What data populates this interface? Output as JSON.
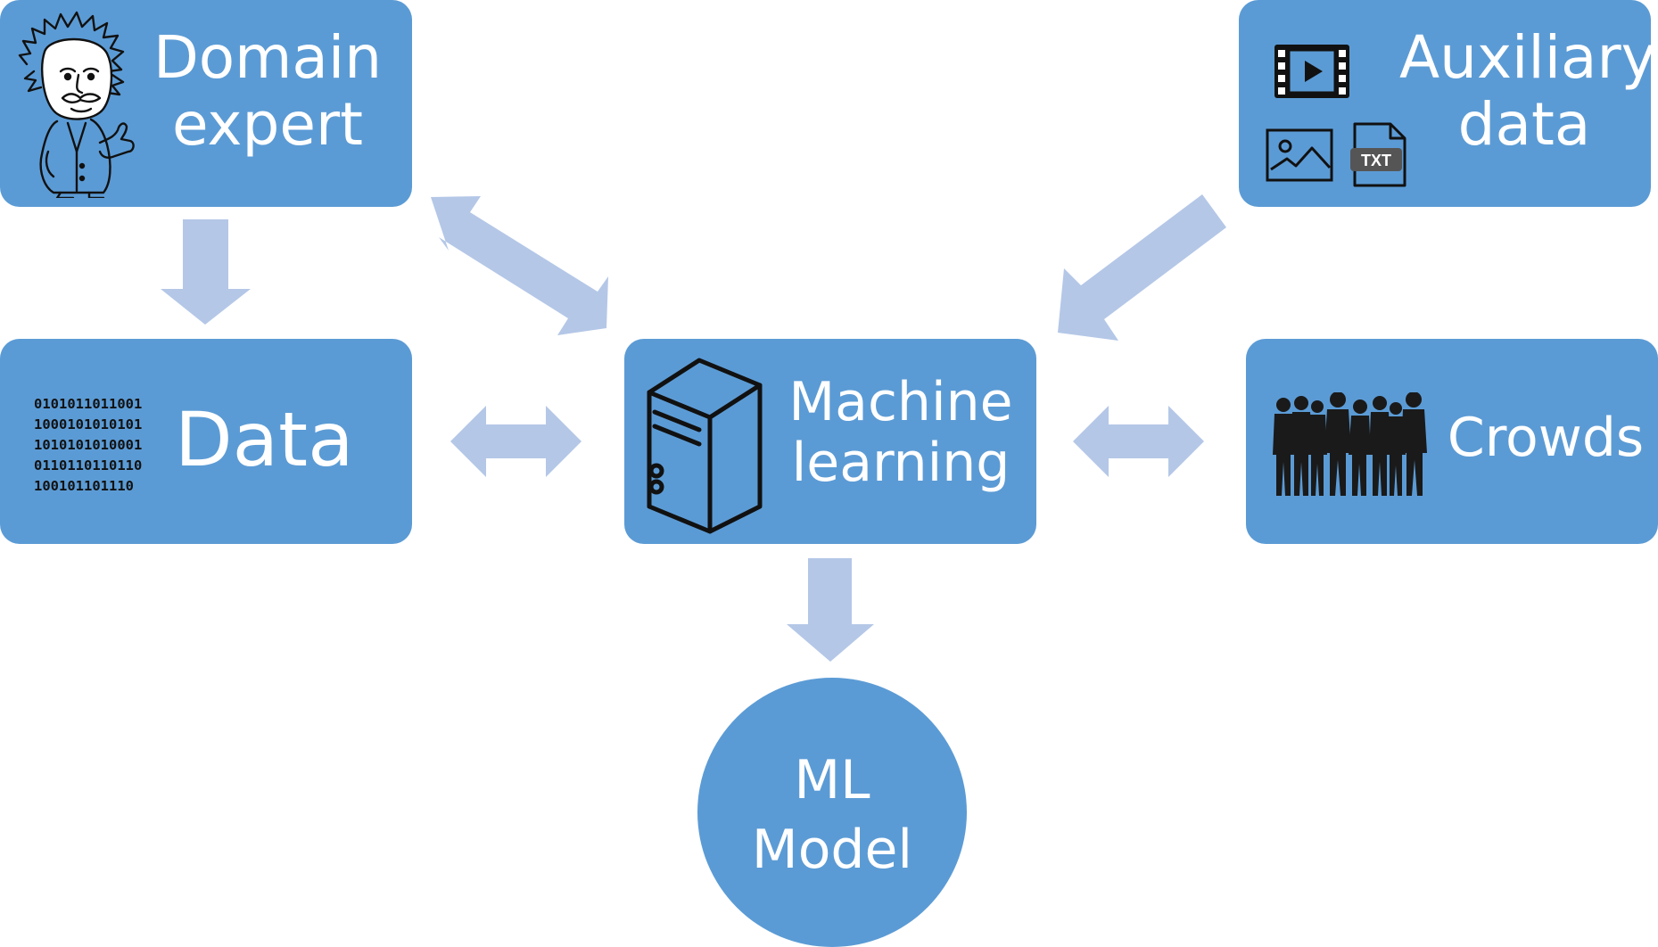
{
  "nodes": {
    "domain_expert": {
      "lines": [
        "Domain",
        "expert"
      ]
    },
    "auxiliary_data": {
      "lines": [
        "Auxiliary",
        "data"
      ]
    },
    "data": {
      "label": "Data",
      "binary": [
        "0101011011001",
        "1000101010101",
        "1010101010001",
        "0110110110110",
        "100101101110"
      ]
    },
    "machine_learning": {
      "lines": [
        "Machine",
        "learning"
      ]
    },
    "crowds": {
      "label": "Crowds"
    },
    "ml_model": {
      "lines": [
        "ML",
        "Model"
      ]
    }
  },
  "icons": {
    "domain_expert": "cartoon-scientist-icon",
    "auxiliary_video": "video-file-icon",
    "auxiliary_image": "image-file-icon",
    "auxiliary_txt": "txt-file-icon",
    "machine_learning": "server-icon",
    "crowds": "crowd-silhouette-icon",
    "txt_badge": "TXT"
  },
  "colors": {
    "node_fill": "#5b9bd5",
    "arrow_fill": "#b4c7e7",
    "text": "#ffffff",
    "icon_dark": "#111111"
  }
}
